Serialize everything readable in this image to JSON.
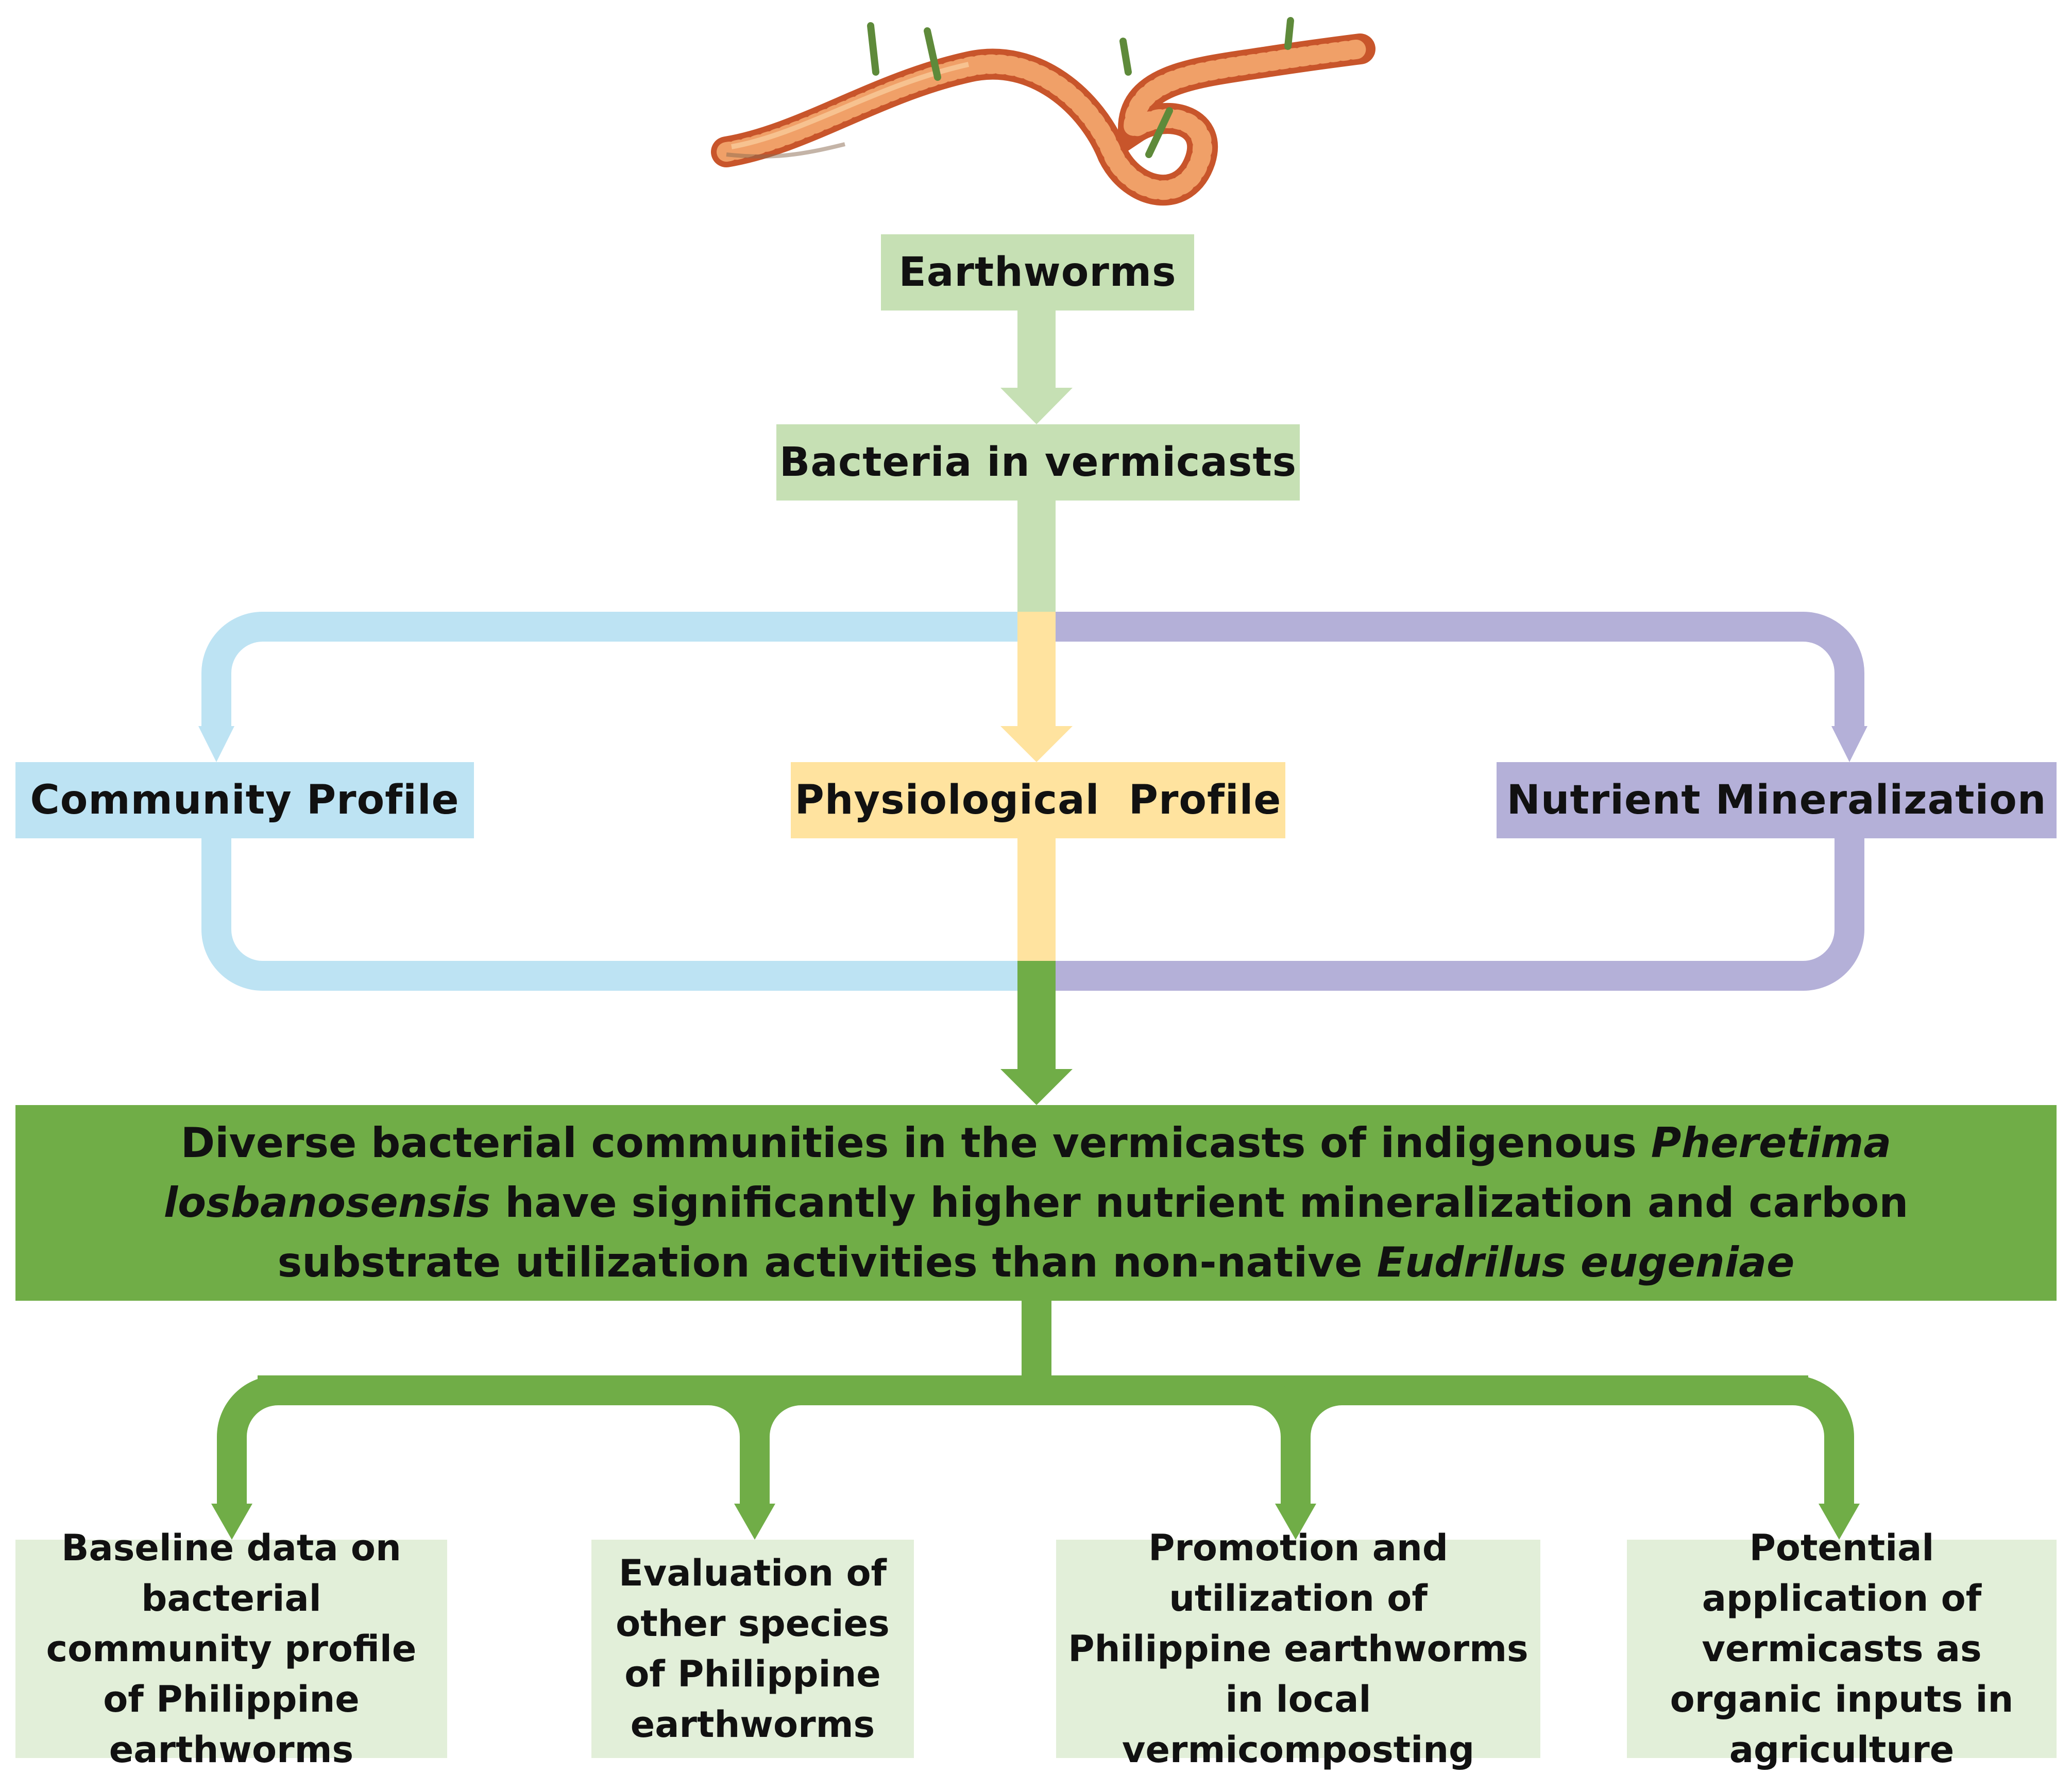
{
  "nodes": {
    "earthworms": "Earthworms",
    "bacteria": "Bacteria in vermicasts",
    "community": "Community Profile",
    "physiological": "Physiological  Profile",
    "nutrient": "Nutrient Mineralization"
  },
  "finding": {
    "part1": "Diverse bacterial communities in the vermicasts of indigenous ",
    "species1": "Pheretima losbanosensis",
    "part2": " have significantly higher nutrient mineralization and carbon substrate utilization activities than non-native ",
    "species2": "Eudrilus eugeniae"
  },
  "outcomes": [
    "Baseline data on bacterial community profile of Philippine earthworms",
    "Evaluation of other species of Philippine earthworms",
    "Promotion and utilization of Philippine earthworms in local vermicomposting",
    "Potential application of vermicasts as organic inputs in agriculture"
  ],
  "icons": [
    "earthworm-illustration-icon"
  ],
  "colors": {
    "green_light": "#c6e0b4",
    "blue": "#bde3f3",
    "yellow": "#ffe39f",
    "purple": "#b4b0d8",
    "green_dark": "#70ad47",
    "green_pale": "#e2efd9"
  }
}
